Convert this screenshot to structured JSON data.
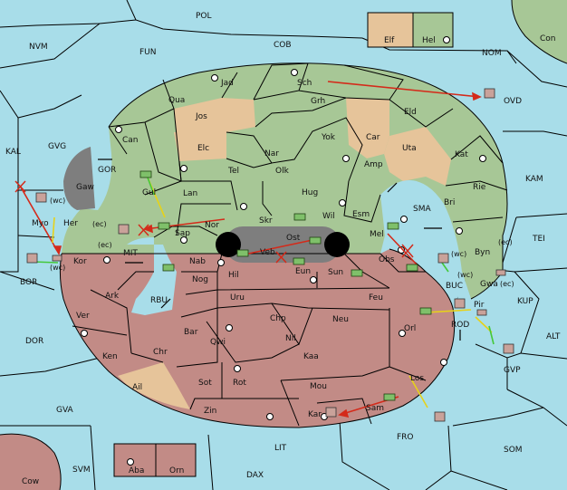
{
  "map": {
    "colors": {
      "sea": "#a8dde9",
      "green": "#a7c796",
      "tan": "#e6c49a",
      "red": "#c28b86",
      "impassable": "#7e7e7e",
      "move_order": "#d42a1a",
      "support_order": "#e6d21a",
      "convoy_order": "#44c83a"
    },
    "labels": {
      "pol": "POL",
      "fun": "FUN",
      "cob": "COB",
      "nvm": "NVM",
      "nom": "NOM",
      "con": "Con",
      "elf": "Elf",
      "hel": "Hel",
      "ovd": "OVD",
      "kal": "KAL",
      "gvg": "GVG",
      "gor": "GOR",
      "kam": "KAM",
      "tei": "TEI",
      "sma": "SMA",
      "mit": "MIT",
      "rbu": "RBU",
      "bor": "BOR",
      "dor": "DOR",
      "alt": "ALT",
      "kup": "KUP",
      "buc": "BUC",
      "rod": "ROD",
      "gvp": "GVP",
      "gva": "GVA",
      "fro": "FRO",
      "lit": "LIT",
      "som": "SOM",
      "svm": "SVM",
      "dax": "DAX",
      "cow": "Cow",
      "aba": "Aba",
      "orn": "Orn",
      "jad": "Jad",
      "sch": "Sch",
      "qua": "Qua",
      "jos": "Jos",
      "grh": "Grh",
      "eld": "Eld",
      "can": "Can",
      "yok": "Yok",
      "car": "Car",
      "uta": "Uta",
      "elc": "Elc",
      "nar": "Nar",
      "kat": "Kat",
      "olk": "Olk",
      "amp": "Amp",
      "gul": "Gul",
      "tel": "Tel",
      "rie": "Rie",
      "lan": "Lan",
      "hug": "Hug",
      "bri": "Bri",
      "gaw": "Gaw",
      "her": "Her",
      "myo": "Myo",
      "skr": "Skr",
      "wil": "Wil",
      "esm": "Esm",
      "nor": "Nor",
      "sap": "Sap",
      "ost": "Ost",
      "mel": "Mel",
      "byn": "Byn",
      "veb": "Veb",
      "nab": "Nab",
      "kor": "Kor",
      "hil": "Hil",
      "eun": "Eun",
      "sun": "Sun",
      "obs": "Obs",
      "gwa": "Gwa",
      "nog": "Nog",
      "ark": "Ark",
      "uru": "Uru",
      "feu": "Feu",
      "pir": "Pir",
      "ver": "Ver",
      "chp": "Chp",
      "neu": "Neu",
      "orl": "Orl",
      "bar": "Bar",
      "qwi": "Qwi",
      "nil": "Nil",
      "ken": "Ken",
      "chr": "Chr",
      "kaa": "Kaa",
      "los": "Los",
      "ail": "Ail",
      "sot": "Sot",
      "rot": "Rot",
      "mou": "Mou",
      "zin": "Zin",
      "kar": "Kar",
      "sam": "Sam",
      "wc_myo": "(wc)",
      "ec_her": "(ec)",
      "ec_kor": "(ec)",
      "wc_kor": "(wc)",
      "wc_byn": "(wc)",
      "ec_byn": "(ec)",
      "wc_gwa": "(wc)",
      "ec_gwa": "(ec)"
    }
  }
}
